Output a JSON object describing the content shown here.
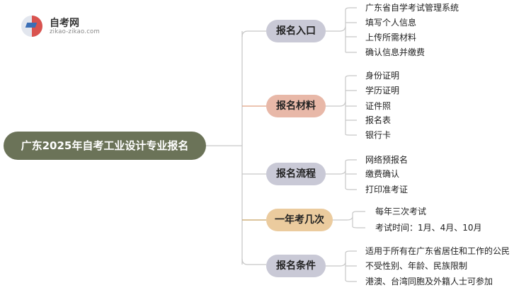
{
  "logo": {
    "title": "自考网",
    "url": "zikao-zikao.com"
  },
  "root": {
    "label": "广东2025年自考工业设计专业报名"
  },
  "branches": [
    {
      "label": "报名入口",
      "items": [
        "广东省自学考试管理系统",
        "填写个人信息",
        "上传所需材料",
        "确认信息并缴费"
      ]
    },
    {
      "label": "报名材料",
      "items": [
        "身份证明",
        "学历证明",
        "证件照",
        "报名表",
        "银行卡"
      ]
    },
    {
      "label": "报名流程",
      "items": [
        "网络预报名",
        "缴费确认",
        "打印准考证"
      ]
    },
    {
      "label": "一年考几次",
      "items": [
        "每年三次考试",
        "考试时间：1月、4月、10月"
      ]
    },
    {
      "label": "报名条件",
      "items": [
        "适用于所有在广东省居住和工作的公民",
        "不受性别、年龄、民族限制",
        "港澳、台湾同胞及外籍人士可参加"
      ]
    }
  ],
  "colors": {
    "root": "#6b7358",
    "branch_grey": "#c9c9d6",
    "branch_peach": "#e8b8a8",
    "branch_tan": "#ebcb9e",
    "connector_main": "#c8c8c8",
    "connector_peach": "#e0a080",
    "connector_tan": "#c8a060"
  }
}
